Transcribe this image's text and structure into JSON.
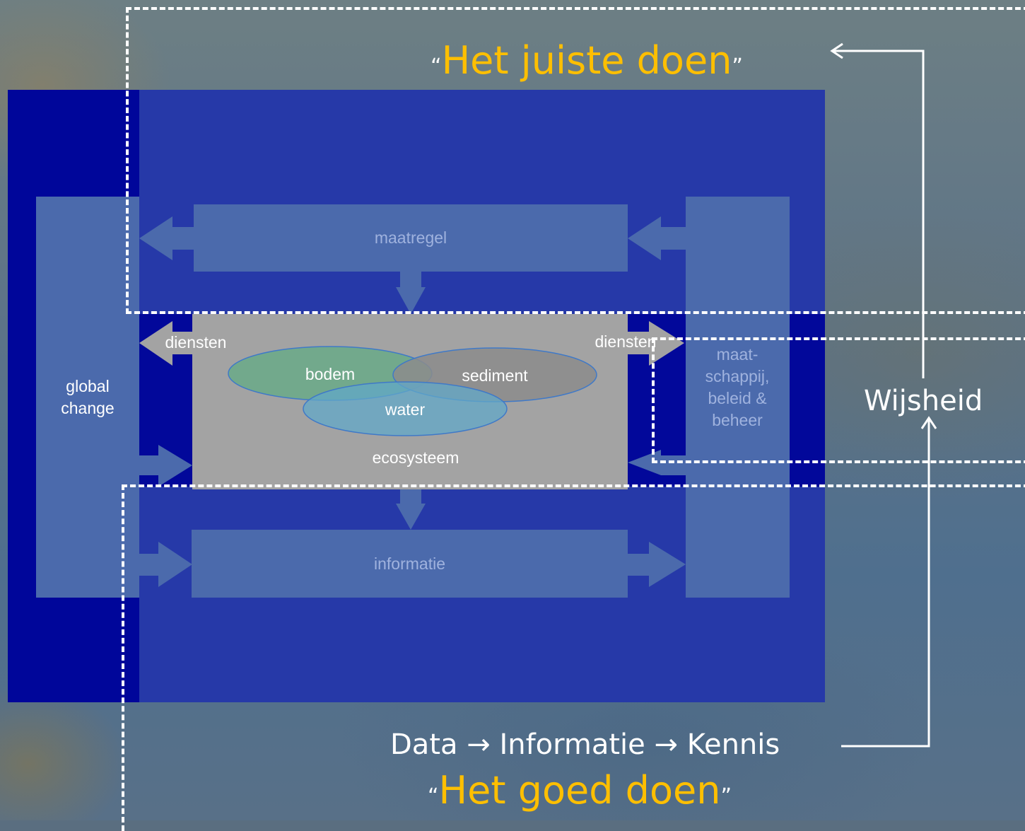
{
  "titles": {
    "top": "Het juiste doen",
    "bottom": "Het goed doen",
    "quote_open": "“",
    "quote_close": "”"
  },
  "flow_text": "Data → Informatie → Kennis",
  "wisdom": "Wijsheid",
  "boxes": {
    "global_change": "global change",
    "maatregel": "maatregel",
    "informatie": "informatie",
    "society": "maat-schappij, beleid & beheer",
    "ecosystem": "ecosysteem"
  },
  "arrow_labels": {
    "services_left": "diensten",
    "services_right": "diensten"
  },
  "circles": {
    "soil": "bodem",
    "sediment": "sediment",
    "water": "water"
  },
  "colors": {
    "accent_yellow": "#ffbf00",
    "dark_blue": "#00069a",
    "royal_blue": "#2639a8",
    "pale_blue": "#4b6aac",
    "gray": "#a3a3a3"
  }
}
